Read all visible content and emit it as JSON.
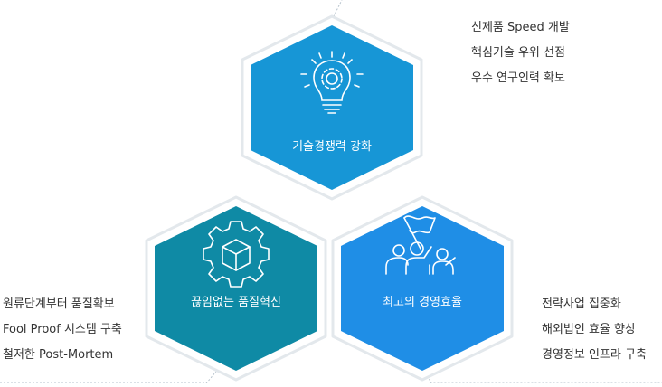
{
  "colors": {
    "top_hex": "#1796d6",
    "left_hex": "#0f8aa5",
    "right_hex": "#1f8ee6",
    "hex_border": "#e3e8ec",
    "dotted_line": "#b6c2cc",
    "list_text": "#333333",
    "icon_stroke": "#ffffff"
  },
  "hexagons": [
    {
      "label": "기술경쟁력 강화",
      "icon": "lightbulb-gear-icon"
    },
    {
      "label": "끊임없는 품질혁신",
      "icon": "gear-cube-icon"
    },
    {
      "label": "최고의 경영효율",
      "icon": "team-flag-icon"
    }
  ],
  "lists": {
    "top": [
      "신제품 Speed 개발",
      "핵심기술 우위 선점",
      "우수 연구인력 확보"
    ],
    "left": [
      "원류단계부터 품질확보",
      "Fool Proof 시스템 구축",
      "철저한 Post-Mortem"
    ],
    "right": [
      "전략사업 집중화",
      "해외법인 효율 향상",
      "경영정보 인프라 구축"
    ]
  }
}
